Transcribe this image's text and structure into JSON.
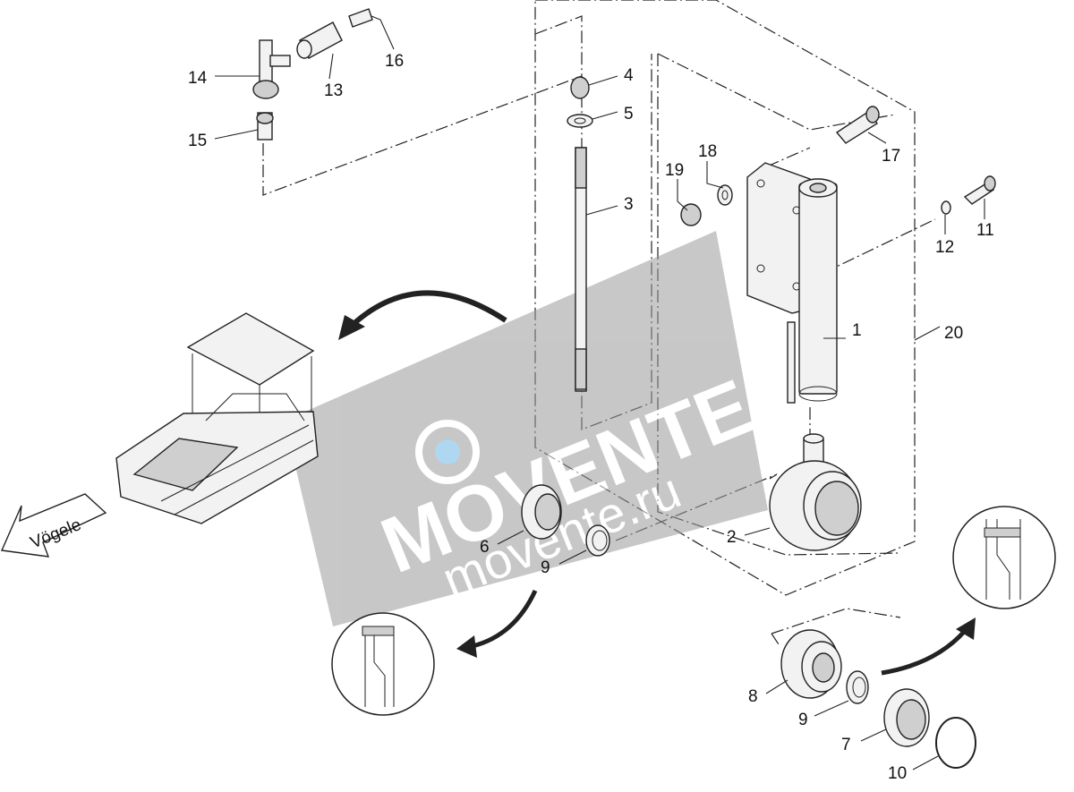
{
  "diagram": {
    "direction_label": "Vögele",
    "watermark": {
      "brand": "MOVENTE",
      "domain": "movente.ru"
    },
    "callouts": {
      "c1": "1",
      "c2": "2",
      "c3": "3",
      "c4": "4",
      "c5": "5",
      "c6": "6",
      "c7": "7",
      "c8": "8",
      "c9a": "9",
      "c9b": "9",
      "c10": "10",
      "c11": "11",
      "c12": "12",
      "c13": "13",
      "c14": "14",
      "c15": "15",
      "c16": "16",
      "c17": "17",
      "c18": "18",
      "c19": "19",
      "c20": "20"
    }
  }
}
